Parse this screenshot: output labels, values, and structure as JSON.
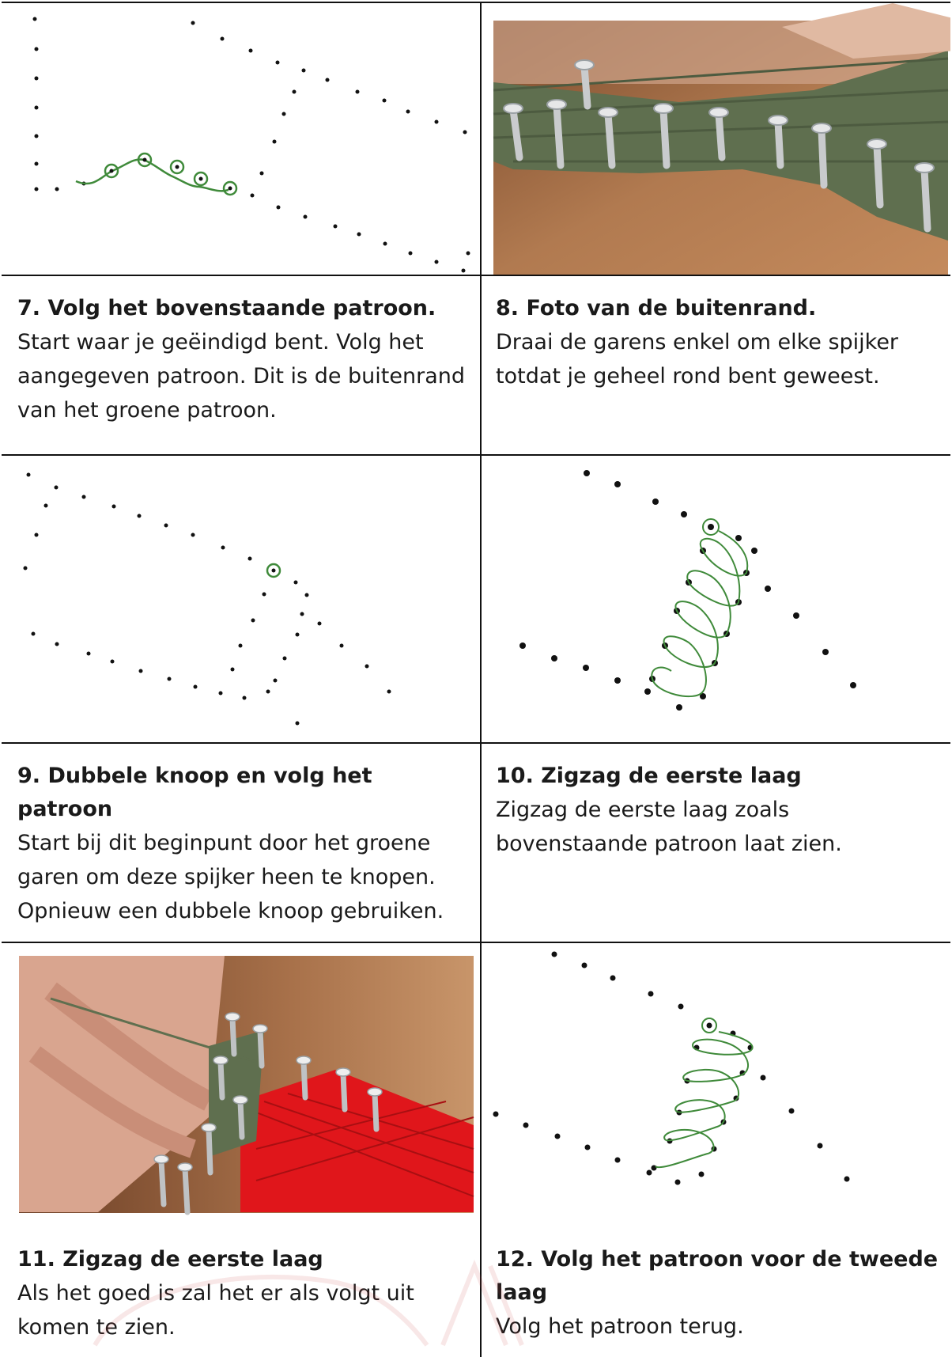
{
  "steps": [
    {
      "title": "7. Volg het bovenstaande patroon.",
      "body": "Start waar je geëindigd bent. Volg het aangegeven patroon. Dit is de buitenrand van het groene patroon."
    },
    {
      "title": "8. Foto van de buitenrand.",
      "body": "Draai de garens enkel om elke spijker totdat je geheel rond bent geweest."
    },
    {
      "title": "9. Dubbele knoop en volg het patroon",
      "body": "Start bij dit beginpunt door het groene garen om deze spijker heen te knopen. Opnieuw een dubbele knoop gebruiken."
    },
    {
      "title": "10. Zigzag de eerste laag",
      "body": "Zigzag de eerste laag zoals bovenstaande patroon laat zien."
    },
    {
      "title": "11. Zigzag de eerste laag",
      "body": "Als het goed is zal het er als volgt uit komen te zien."
    },
    {
      "title": "12. Volg het patroon voor de tweede laag",
      "body": "Volg het patroon terug."
    }
  ],
  "colors": {
    "thread_green": "#3f8a3a",
    "yarn_green": "#5f6f4f",
    "yarn_red": "#e0161b",
    "wood": "#a8714a",
    "border": "#111111"
  },
  "icons": {
    "diagram": "dot-pattern-diagram",
    "photo": "string-art-photo"
  }
}
